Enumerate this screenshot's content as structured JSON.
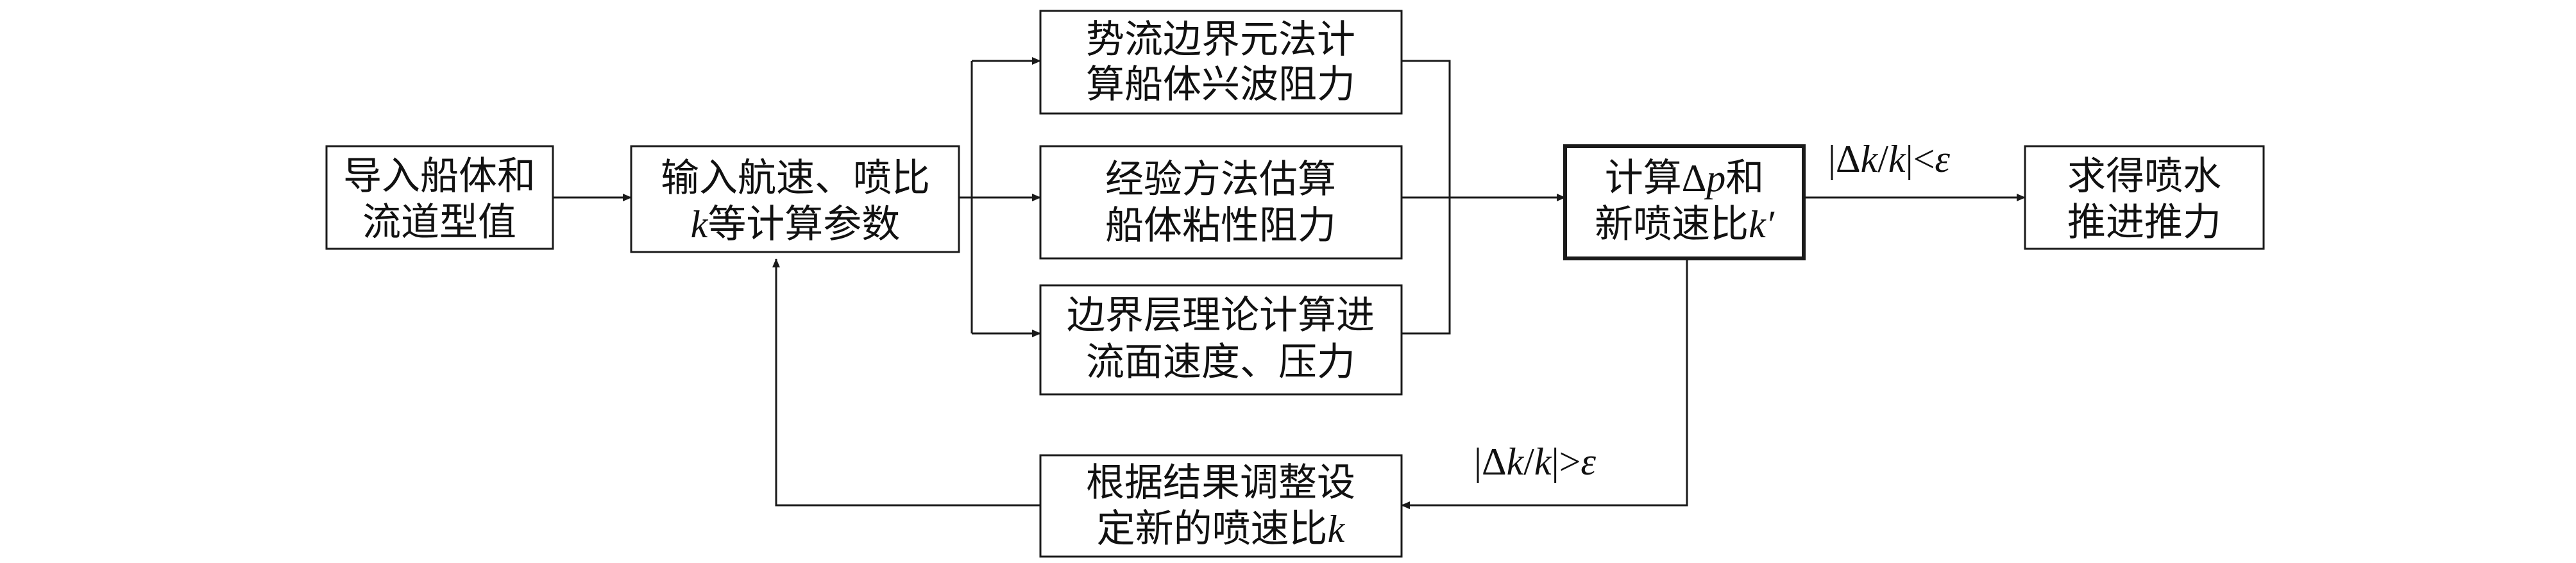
{
  "nodes": {
    "import_hull": {
      "line1": "导入船体和",
      "line2": "流道型值"
    },
    "input_params": {
      "line1": "输入航速、喷比",
      "line2_var": "k",
      "line2_rest": "等计算参数"
    },
    "potential_flow": {
      "line1": "势流边界元法计",
      "line2": "算船体兴波阻力"
    },
    "empirical": {
      "line1": "经验方法估算",
      "line2": "船体粘性阻力"
    },
    "boundary_layer": {
      "line1": "边界层理论计算进",
      "line2": "流面速度、压力"
    },
    "compute": {
      "line1_pre": "计算",
      "line1_sym": "Δ",
      "line1_var": "p",
      "line1_post": "和",
      "line2_pre": "新喷速比",
      "line2_var": "k′"
    },
    "result": {
      "line1": "求得喷水",
      "line2": "推进推力"
    },
    "adjust": {
      "line1": "根据结果调整设",
      "line2_pre": "定新的喷速比",
      "line2_var": "k"
    }
  },
  "edges": {
    "converged": {
      "bar_l": "|",
      "delta": "Δ",
      "k1": "k",
      "slash": "/",
      "k2": "k",
      "bar_r": "|",
      "op": "<",
      "eps": "ε"
    },
    "not_converged": {
      "bar_l": "|",
      "delta": "Δ",
      "k1": "k",
      "slash": "/",
      "k2": "k",
      "bar_r": "|",
      "op": ">",
      "eps": "ε"
    }
  }
}
